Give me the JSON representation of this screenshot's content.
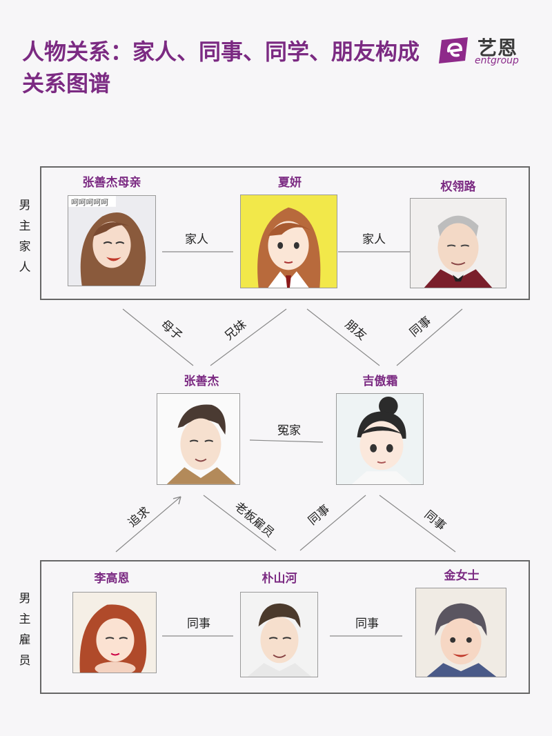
{
  "title": "人物关系：家人、同事、同学、朋友构成关系图谱",
  "logo": {
    "cn": "艺恩",
    "en": "entgroup",
    "icon": "e-logo-icon"
  },
  "groups": {
    "family": {
      "label": "男主家人"
    },
    "employees": {
      "label": "男主雇员"
    }
  },
  "characters": {
    "mother": "张善杰母亲",
    "xiayan": "夏妍",
    "quan": "权翎路",
    "zhang": "张善杰",
    "ji": "吉傲霜",
    "li": "李高恩",
    "park": "朴山河",
    "kim": "金女士"
  },
  "relations": {
    "mother_xiayan": "家人",
    "xiayan_quan": "家人",
    "zhang_mother": "母子",
    "zhang_xiayan": "兄妹",
    "ji_xiayan": "朋友",
    "ji_quan": "同事",
    "zhang_ji": "冤家",
    "li_zhang": "追求",
    "zhang_park": "老板雇员",
    "ji_park": "同事",
    "ji_kim": "同事",
    "li_park": "同事",
    "park_kim": "同事"
  },
  "colors": {
    "accent": "#7b2a82",
    "border": "#666666",
    "line": "#888888"
  }
}
